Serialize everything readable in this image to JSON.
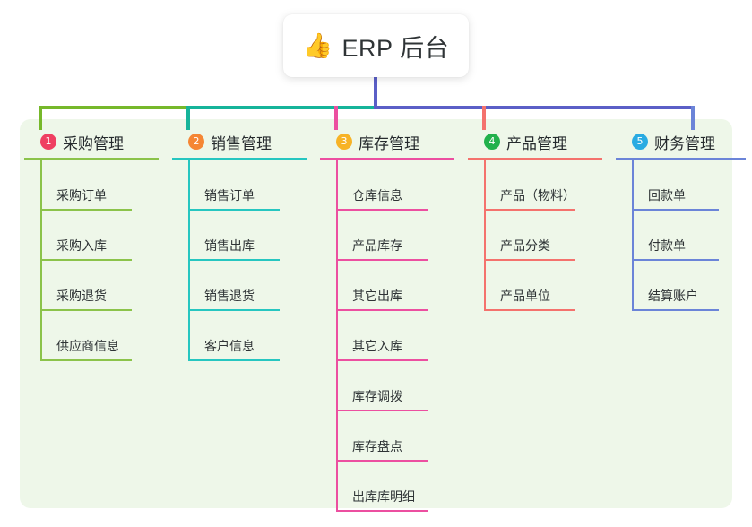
{
  "root": {
    "icon": "thumbs-up-icon",
    "icon_glyph": "👍",
    "title": "ERP 后台"
  },
  "palette": {
    "panel_bg": "#eef7e9",
    "page_bg": "#ffffff",
    "root_stem": "#5b5fc7",
    "bar_left": "#76b82a",
    "bar_mid": "#16b49a",
    "bar_right": "#5b5fc7",
    "text": "#2f3436"
  },
  "columns": [
    {
      "index": "1",
      "badge_color": "#ef3f61",
      "line_color": "#8bc34a",
      "stub_color": "#76b82a",
      "title": "采购管理",
      "items": [
        "采购订单",
        "采购入库",
        "采购退货",
        "供应商信息"
      ]
    },
    {
      "index": "2",
      "badge_color": "#f58634",
      "line_color": "#26c6c0",
      "stub_color": "#16b49a",
      "title": "销售管理",
      "items": [
        "销售订单",
        "销售出库",
        "销售退货",
        "客户信息"
      ]
    },
    {
      "index": "3",
      "badge_color": "#f7b326",
      "line_color": "#ec4fa0",
      "stub_color": "#ec4fa0",
      "title": "库存管理",
      "items": [
        "仓库信息",
        "产品库存",
        "其它出库",
        "其它入库",
        "库存调拨",
        "库存盘点",
        "出库库明细"
      ]
    },
    {
      "index": "4",
      "badge_color": "#22b14c",
      "line_color": "#f4726d",
      "stub_color": "#f4726d",
      "title": "产品管理",
      "items": [
        "产品（物料）",
        "产品分类",
        "产品单位"
      ]
    },
    {
      "index": "5",
      "badge_color": "#29abe2",
      "line_color": "#6b84d8",
      "stub_color": "#6b84d8",
      "title": "财务管理",
      "items": [
        "回款单",
        "付款单",
        "结算账户"
      ]
    }
  ]
}
